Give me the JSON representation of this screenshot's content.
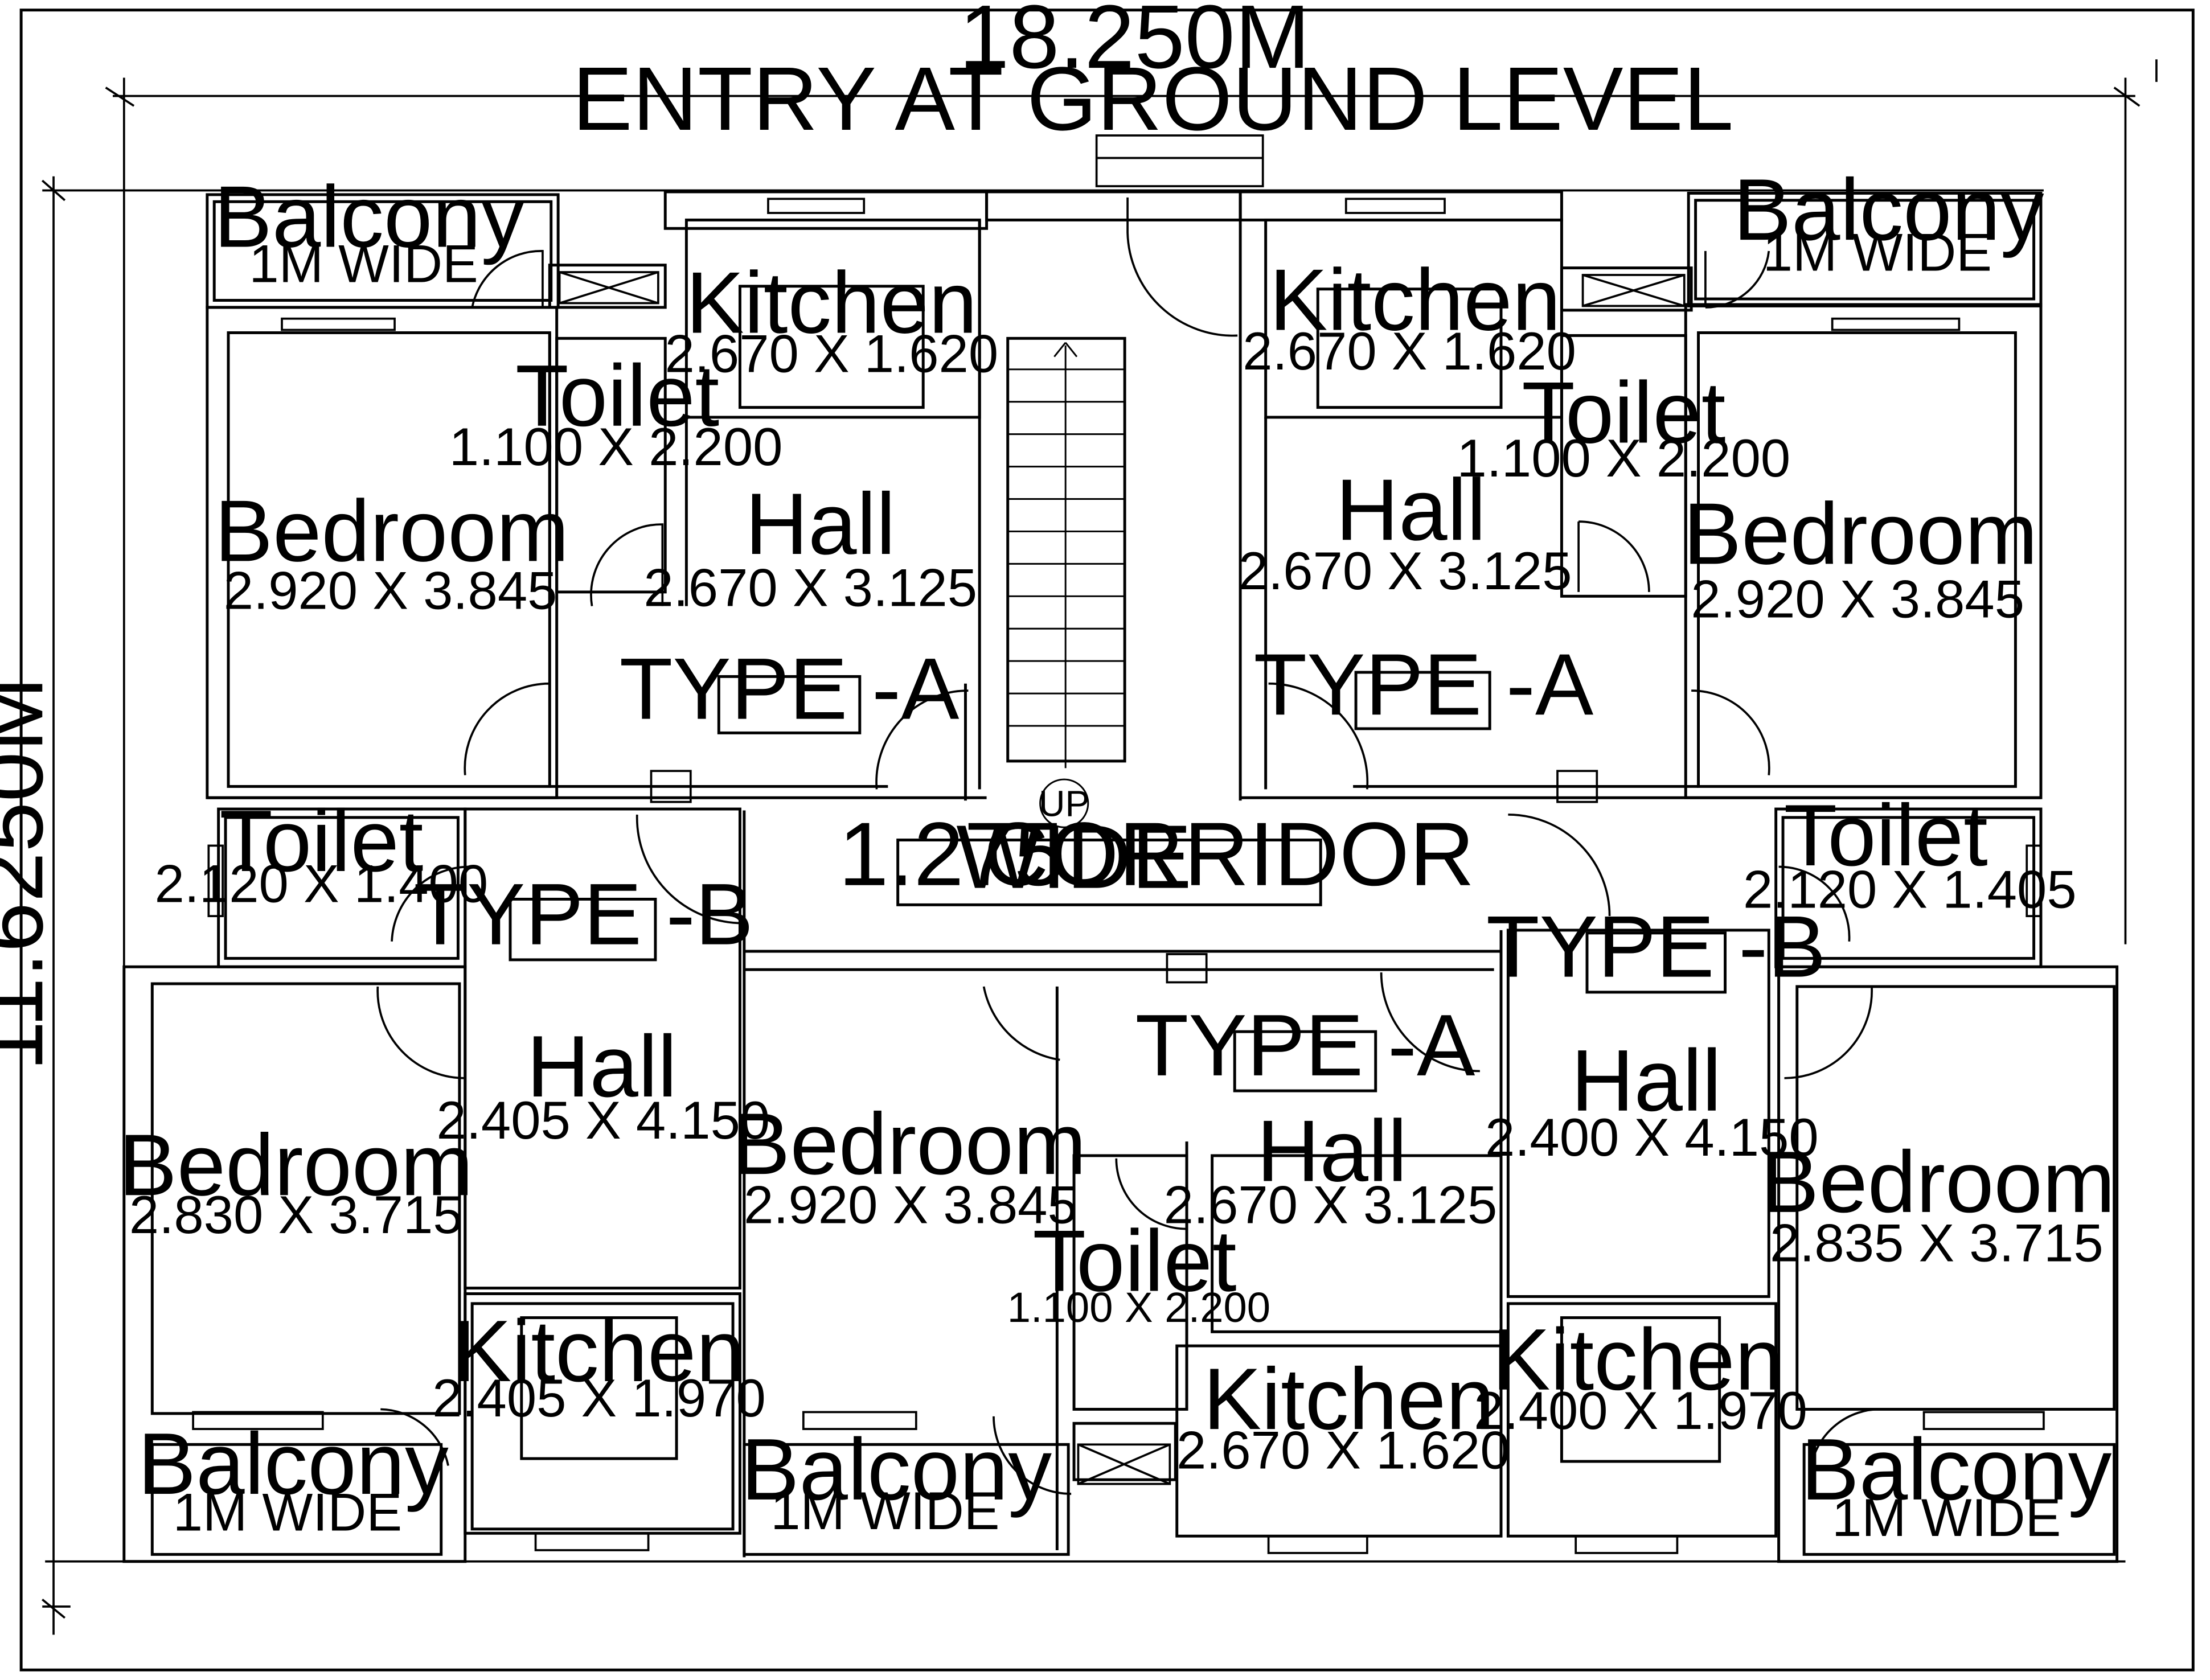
{
  "plan": {
    "width_dim": "18.250M",
    "height_dim": "11.6250M",
    "entry": "ENTRY AT GROUND LEVEL",
    "stair": "UP",
    "corridor": {
      "value": "1.275",
      "wide": "WIDE",
      "label": "CORRIDOR"
    },
    "rooms": [
      {
        "name": "Balcony",
        "dim": "1M WIDE"
      },
      {
        "name": "Kitchen",
        "dim": "2.670 X 1.620"
      },
      {
        "name": "Kitchen",
        "dim": "2.670 X 1.620"
      },
      {
        "name": "Balcony",
        "dim": "1M WIDE"
      },
      {
        "name": "Toilet",
        "dim": "1.100 X 2.200"
      },
      {
        "name": "Toilet",
        "dim": "1.100 X 2.200"
      },
      {
        "name": "Bedroom",
        "dim": "2.920 X 3.845"
      },
      {
        "name": "Hall",
        "dim": "2.670 X 3.125"
      },
      {
        "name": "Hall",
        "dim": "2.670 X 3.125"
      },
      {
        "name": "Bedroom",
        "dim": "2.920 X 3.845"
      },
      {
        "name": "Toilet",
        "dim": "2.120 X 1.400"
      },
      {
        "name": "Toilet",
        "dim": "2.120 X 1.405"
      },
      {
        "name": "Hall",
        "dim": "2.405 X 4.150"
      },
      {
        "name": "Bedroom",
        "dim": "2.830 X 3.715"
      },
      {
        "name": "Bedroom",
        "dim": "2.920 X 3.845"
      },
      {
        "name": "Hall",
        "dim": "2.670 X 3.125"
      },
      {
        "name": "Hall",
        "dim": "2.400 X 4.150"
      },
      {
        "name": "Bedroom",
        "dim": "2.835 X 3.715"
      },
      {
        "name": "Toilet",
        "dim": "1.100 X 2.200"
      },
      {
        "name": "Kitchen",
        "dim": "2.405 X 1.970"
      },
      {
        "name": "Kitchen",
        "dim": "2.670 X 1.620"
      },
      {
        "name": "Kitchen",
        "dim": "2.400 X 1.970"
      },
      {
        "name": "Balcony",
        "dim": "1M WIDE"
      },
      {
        "name": "Balcony",
        "dim": "1M WIDE"
      },
      {
        "name": "Balcony",
        "dim": "1M WIDE"
      }
    ],
    "types": [
      "TYPE -A",
      "TYPE -A",
      "TYPE -B",
      "TYPE -B",
      "TYPE -A"
    ]
  }
}
